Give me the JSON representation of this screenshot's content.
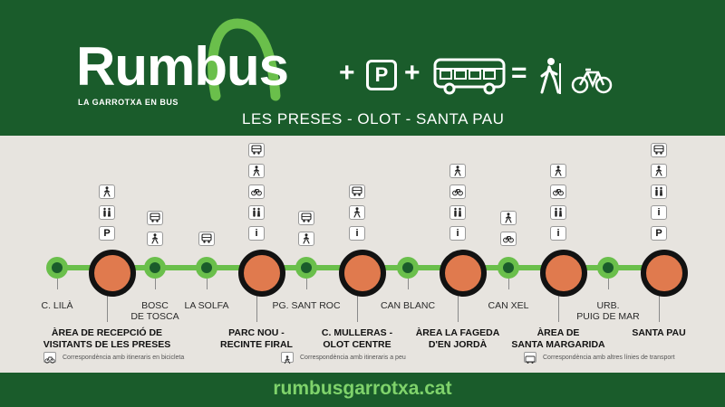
{
  "brand": {
    "name": "Rumbus",
    "tagline": "LA GARROTXA EN BUS",
    "route": "LES PRESES - OLOT - SANTA PAU",
    "formula": {
      "plus1": "+",
      "plus2": "+",
      "equals": "=",
      "parking_letter": "P"
    }
  },
  "colors": {
    "dark_green": "#1a5c2b",
    "line_green": "#6abf4b",
    "orange": "#e07a4e",
    "background": "#e7e4df"
  },
  "stops": [
    {
      "name": "C. LILÀ",
      "type": "small"
    },
    {
      "name": "ÀREA DE RECEPCIÓ DE VISITANTS DE LES PRESES",
      "type": "big",
      "icons": [
        "walking-icon",
        "toilets-icon",
        "parking-icon"
      ]
    },
    {
      "name": "BOSC DE TOSCA",
      "type": "small",
      "icons": [
        "bus-icon",
        "walking-icon"
      ]
    },
    {
      "name": "LA SOLFA",
      "type": "small",
      "icons": [
        "bus-icon"
      ]
    },
    {
      "name": "PARC NOU - RECINTE FIRAL",
      "type": "big",
      "icons": [
        "bus-icon",
        "walking-icon",
        "bicycle-icon",
        "toilets-icon",
        "info-icon"
      ]
    },
    {
      "name": "PG. SANT ROC",
      "type": "small",
      "icons": [
        "bus-icon",
        "walking-icon"
      ]
    },
    {
      "name": "C. MULLERAS - OLOT CENTRE",
      "type": "big",
      "icons": [
        "bus-icon",
        "walking-icon",
        "info-icon"
      ]
    },
    {
      "name": "CAN BLANC",
      "type": "small"
    },
    {
      "name": "ÀREA LA FAGEDA D'EN JORDÀ",
      "type": "big",
      "icons": [
        "walking-icon",
        "bicycle-icon",
        "toilets-icon",
        "info-icon"
      ]
    },
    {
      "name": "CAN XEL",
      "type": "small",
      "icons": [
        "walking-icon",
        "bicycle-icon"
      ]
    },
    {
      "name": "ÀREA DE SANTA MARGARIDA",
      "type": "big",
      "icons": [
        "walking-icon",
        "bicycle-icon",
        "toilets-icon",
        "info-icon"
      ]
    },
    {
      "name": "URB. PUIG DE MAR",
      "type": "small"
    },
    {
      "name": "SANTA PAU",
      "type": "big",
      "icons": [
        "bus-icon",
        "walking-icon",
        "toilets-icon",
        "info-icon",
        "parking-icon"
      ]
    }
  ],
  "labels": {
    "s0": "C. LILÀ",
    "s1a": "ÀREA DE RECEPCIÓ DE",
    "s1b": "VISITANTS DE LES PRESES",
    "s2a": "BOSC",
    "s2b": "DE TOSCA",
    "s3": "LA SOLFA",
    "s4a": "PARC NOU -",
    "s4b": "RECINTE FIRAL",
    "s5": "PG. SANT ROC",
    "s6a": "C. MULLERAS -",
    "s6b": "OLOT CENTRE",
    "s7": "CAN BLANC",
    "s8a": "ÀREA LA FAGEDA",
    "s8b": "D'EN JORDÀ",
    "s9": "CAN XEL",
    "s10a": "ÀREA DE",
    "s10b": "SANTA MARGARIDA",
    "s11a": "URB.",
    "s11b": "PUIG DE MAR",
    "s12": "SANTA PAU"
  },
  "legend": {
    "bike": "Correspondència amb itineraris en bicicleta",
    "walk": "Correspondència amb itineraris a peu",
    "bus": "Correspondència amb altres línies de transport"
  },
  "icon_text": {
    "info": "i",
    "parking": "P"
  },
  "footer": {
    "website": "rumbusgarrotxa.cat"
  }
}
